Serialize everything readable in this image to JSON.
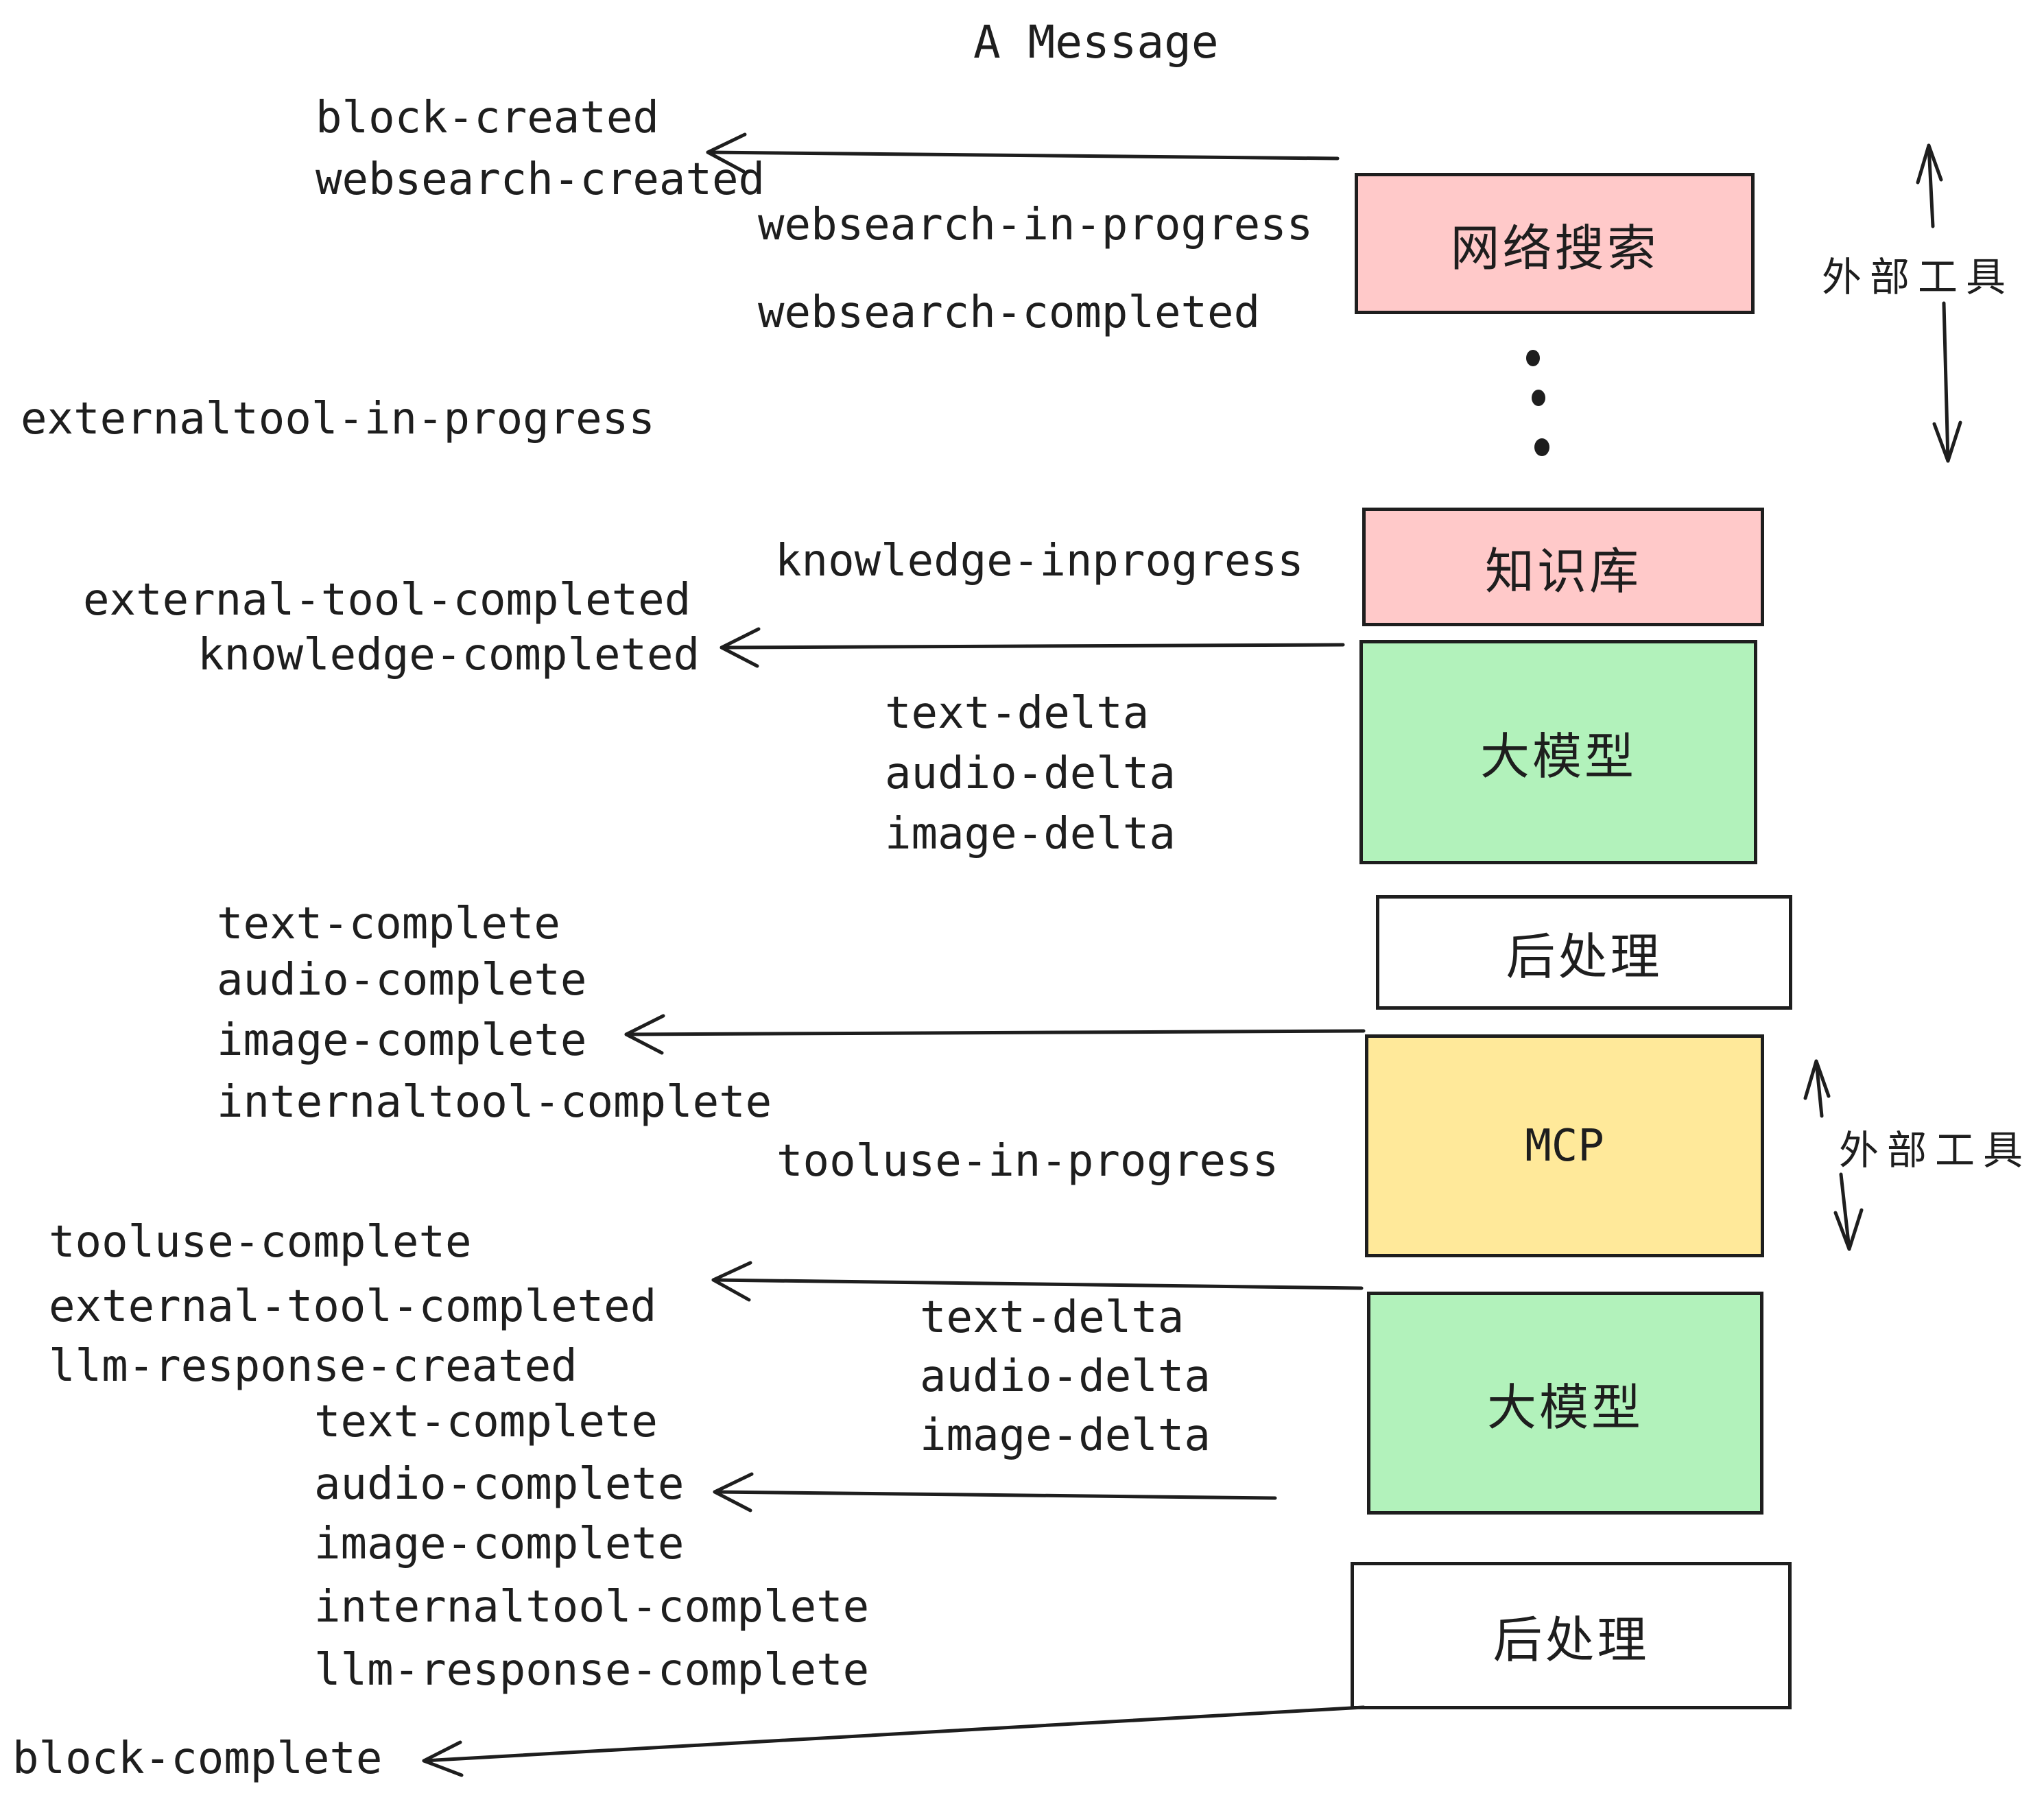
{
  "title": "A Message",
  "event_labels": [
    {
      "text": "block-created"
    },
    {
      "text": "websearch-created"
    },
    {
      "text": "websearch-in-progress"
    },
    {
      "text": "websearch-completed"
    },
    {
      "text": "externaltool-in-progress"
    },
    {
      "text": "knowledge-inprogress"
    },
    {
      "text": "external-tool-completed"
    },
    {
      "text": "knowledge-completed"
    },
    {
      "text": "text-delta"
    },
    {
      "text": "audio-delta"
    },
    {
      "text": "image-delta"
    },
    {
      "text": "text-complete"
    },
    {
      "text": "audio-complete"
    },
    {
      "text": "image-complete"
    },
    {
      "text": "internaltool-complete"
    },
    {
      "text": "tooluse-in-progress"
    },
    {
      "text": "tooluse-complete"
    },
    {
      "text": "external-tool-completed"
    },
    {
      "text": "llm-response-created"
    },
    {
      "text": "text-delta"
    },
    {
      "text": "audio-delta"
    },
    {
      "text": "image-delta"
    },
    {
      "text": "text-complete"
    },
    {
      "text": "audio-complete"
    },
    {
      "text": "image-complete"
    },
    {
      "text": "internaltool-complete"
    },
    {
      "text": "llm-response-complete"
    },
    {
      "text": "block-complete"
    }
  ],
  "boxes": [
    {
      "label": "网络搜索"
    },
    {
      "label": "知识库"
    },
    {
      "label": "大模型"
    },
    {
      "label": "后处理"
    },
    {
      "label": "MCP"
    },
    {
      "label": "大模型"
    },
    {
      "label": "后处理"
    }
  ],
  "annotations": {
    "external_tools_top": "外部工具",
    "external_tools_bottom": "外部工具"
  },
  "colors": {
    "websearch_box": "#ffc9c9",
    "knowledge_box": "#ffc9c9",
    "llm_box": "#b2f2bb",
    "mcp_box": "#ffe99a",
    "postprocess_box": "#ffffff",
    "stroke": "#1e1e1e"
  }
}
